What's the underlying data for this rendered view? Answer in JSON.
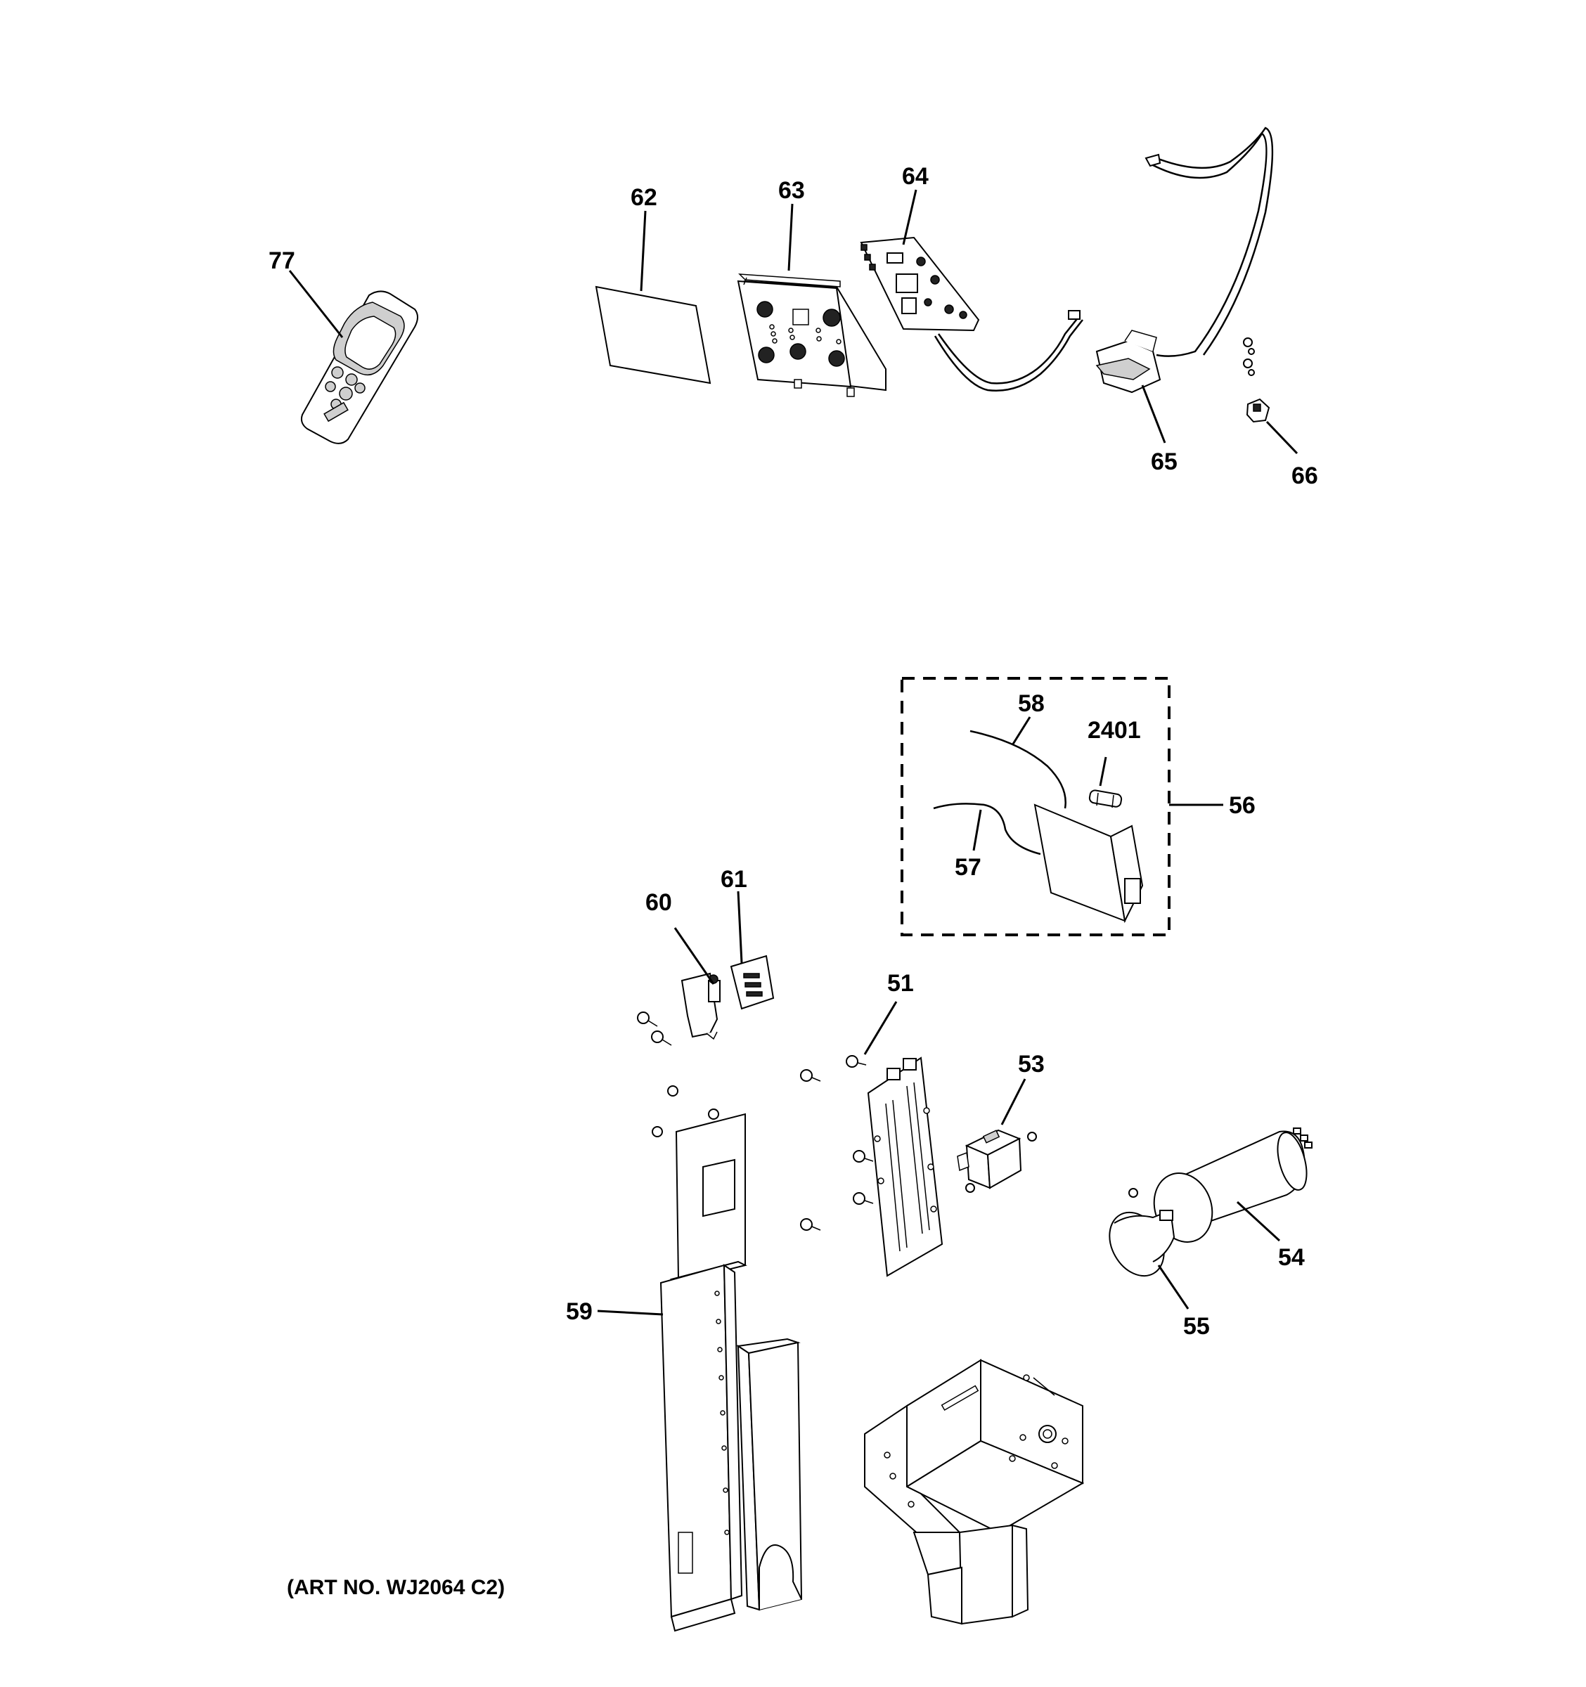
{
  "diagram": {
    "part_labels": {
      "p77": "77",
      "p62": "62",
      "p63": "63",
      "p64": "64",
      "p65": "65",
      "p66": "66",
      "p58": "58",
      "p2401": "2401",
      "p56": "56",
      "p57": "57",
      "p60": "60",
      "p61": "61",
      "p51": "51",
      "p53": "53",
      "p54": "54",
      "p55": "55",
      "p59": "59"
    },
    "art_number": "(ART NO. WJ2064 C2)"
  }
}
